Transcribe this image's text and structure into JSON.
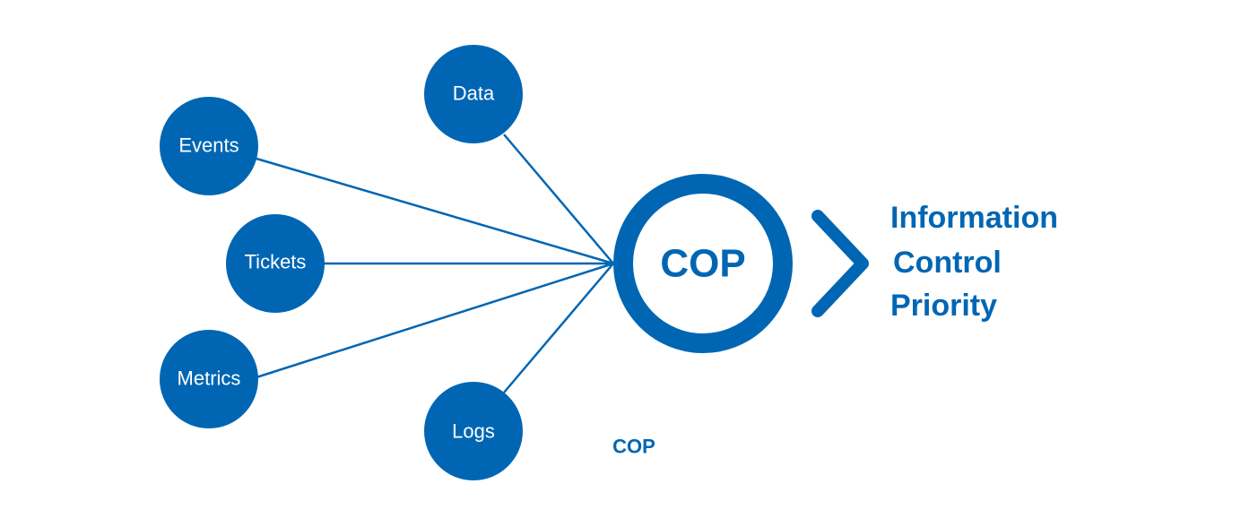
{
  "colors": {
    "primary": "#0066b3",
    "background": "#ffffff"
  },
  "inputs": [
    {
      "id": "data",
      "label": "Data"
    },
    {
      "id": "events",
      "label": "Events"
    },
    {
      "id": "tickets",
      "label": "Tickets"
    },
    {
      "id": "metrics",
      "label": "Metrics"
    },
    {
      "id": "logs",
      "label": "Logs"
    }
  ],
  "hub": {
    "label": "COP"
  },
  "outputs": [
    "Information",
    "Control",
    "Priority"
  ],
  "caption": "COP"
}
